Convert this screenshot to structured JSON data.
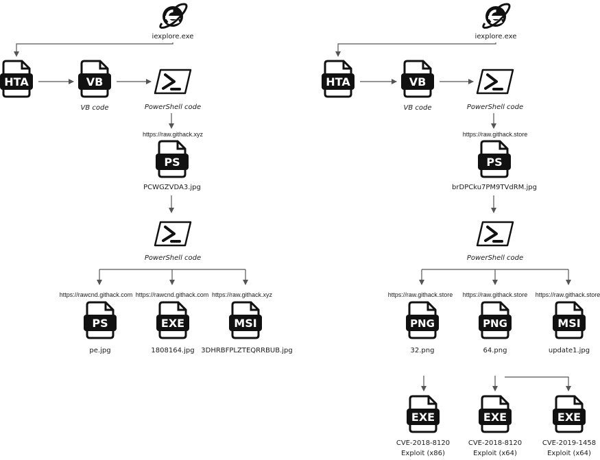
{
  "left": {
    "ie_label": "iexplore.exe",
    "hta_badge": "HTA",
    "vb_badge": "VB",
    "vb_caption": "VB  code",
    "ps_caption_1": "PowerShell code",
    "url_1": "https://raw.githack.xyz",
    "ps_badge": "PS",
    "file_1": "PCWGZVDA3.jpg",
    "ps_caption_2": "PowerShell code",
    "downloads": [
      {
        "url": "https://rawcnd.githack.com",
        "badge": "PS",
        "file": "pe.jpg"
      },
      {
        "url": "https://rawcnd.githack.com",
        "badge": "EXE",
        "file": "1808164.jpg"
      },
      {
        "url": "https://raw.githack.xyz",
        "badge": "MSI",
        "file": "3DHRBFPLZTEQRRBUB.jpg"
      }
    ]
  },
  "right": {
    "ie_label": "iexplore.exe",
    "hta_badge": "HTA",
    "vb_badge": "VB",
    "vb_caption": "VB  code",
    "ps_caption_1": "PowerShell code",
    "url_1": "https://raw.githack.store",
    "ps_badge": "PS",
    "file_1": "brDPCku7PM9TVdRM.jpg",
    "ps_caption_2": "PowerShell code",
    "downloads": [
      {
        "url": "https://raw.githack.store",
        "badge": "PNG",
        "file": "32.png"
      },
      {
        "url": "https://raw.githack.store",
        "badge": "PNG",
        "file": "64.png"
      },
      {
        "url": "https://raw.githack.store",
        "badge": "MSI",
        "file": "update1.jpg"
      }
    ],
    "exploits": [
      {
        "badge": "EXE",
        "line1": "CVE-2018-8120",
        "line2": "Exploit (x86)"
      },
      {
        "badge": "EXE",
        "line1": "CVE-2018-8120",
        "line2": "Exploit (x64)"
      },
      {
        "badge": "EXE",
        "line1": "CVE-2019-1458",
        "line2": "Exploit (x64)"
      }
    ]
  }
}
